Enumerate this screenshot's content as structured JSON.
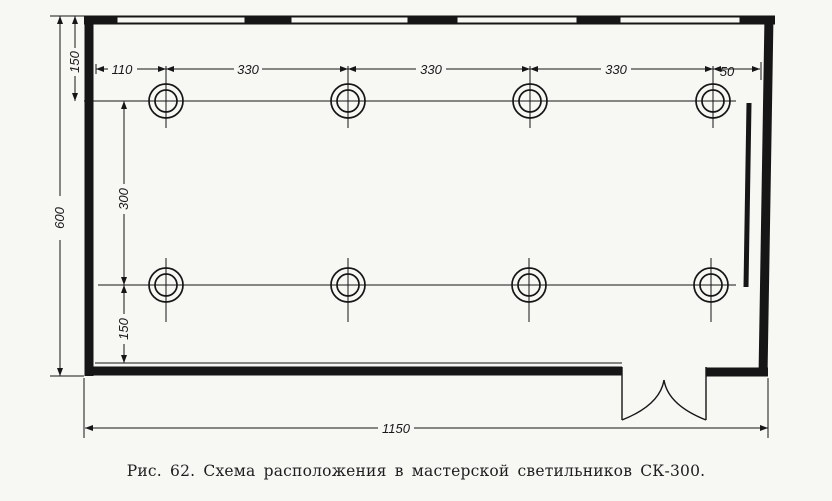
{
  "dimensions": {
    "left_offset": "110",
    "spacing_1": "330",
    "spacing_2": "330",
    "spacing_3": "330",
    "right_offset": "50",
    "top_offset": "150",
    "row_spacing": "300",
    "bottom_offset": "150",
    "room_width": "600",
    "room_length": "1150"
  },
  "luminaires": {
    "rows": 2,
    "per_row": 4
  },
  "caption": "Рис. 62. Схема расположения в мастерской светильников СК-300."
}
